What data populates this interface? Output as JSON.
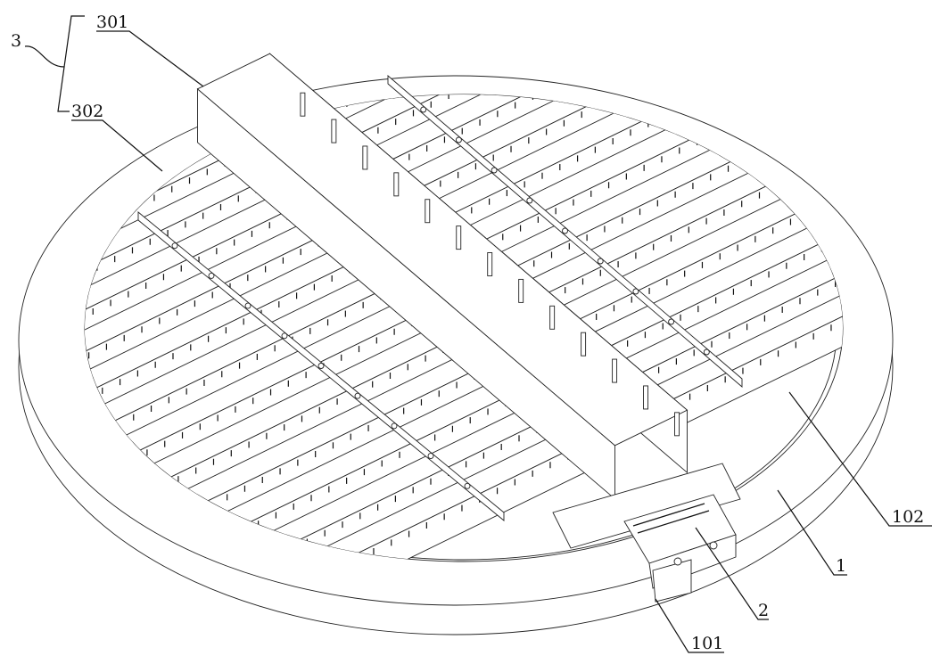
{
  "figure": {
    "labels": {
      "assembly": "3",
      "main_channel": "301",
      "branch_trough": "302",
      "ring_edge": "102",
      "tray_plate": "1",
      "cylinder": "2",
      "base_block": "101"
    }
  },
  "colors": {
    "line": "#111111",
    "background": "#ffffff"
  }
}
